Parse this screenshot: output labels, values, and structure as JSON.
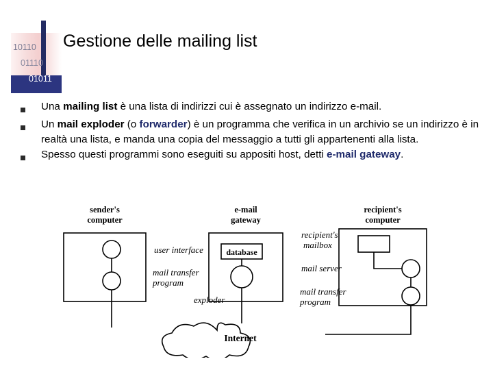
{
  "logo": {
    "digit_rows": [
      "10110",
      "01110",
      "01011"
    ],
    "bar_color": "#232b63"
  },
  "slide": {
    "title": "Gestione delle mailing list",
    "bullets": [
      {
        "marker": "square-bullet",
        "segments": [
          {
            "text": "Una ",
            "style": "normal"
          },
          {
            "text": "mailing list",
            "style": "bold"
          },
          {
            "text": " è una lista di indirizzi cui è assegnato un indirizzo e-mail.",
            "style": "normal"
          }
        ]
      },
      {
        "marker": "square-bullet",
        "segments": [
          {
            "text": "Un ",
            "style": "normal"
          },
          {
            "text": "mail exploder",
            "style": "bold"
          },
          {
            "text": " (o ",
            "style": "normal"
          },
          {
            "text": "forwarder",
            "style": "bold-navy"
          },
          {
            "text": ") è un programma che verifica in un archivio se un indirizzo è in realtà una lista, e manda una copia del messaggio a tutti gli appartenenti alla lista.",
            "style": "normal"
          }
        ]
      },
      {
        "marker": "square-bullet",
        "segments": [
          {
            "text": "Spesso questi programmi sono eseguiti su appositi host, detti ",
            "style": "normal"
          },
          {
            "text": "e-mail gateway",
            "style": "bold-navy"
          },
          {
            "text": ".",
            "style": "normal"
          }
        ]
      }
    ]
  },
  "diagram": {
    "labels": {
      "senders_computer": "sender's\ncomputer",
      "email_gateway": "e-mail\ngateway",
      "recipients_computer": "recipient's\ncomputer",
      "user_interface": "user interface",
      "mail_transfer_program_left": "mail transfer\nprogram",
      "database": "database",
      "exploder": "exploder",
      "recipients_mailbox": "recipient's\nmailbox",
      "mail_server": "mail server",
      "mail_transfer_program_right": "mail transfer\nprogram",
      "internet": "Internet"
    },
    "colors": {
      "stroke": "#000000",
      "fill": "#ffffff"
    }
  }
}
